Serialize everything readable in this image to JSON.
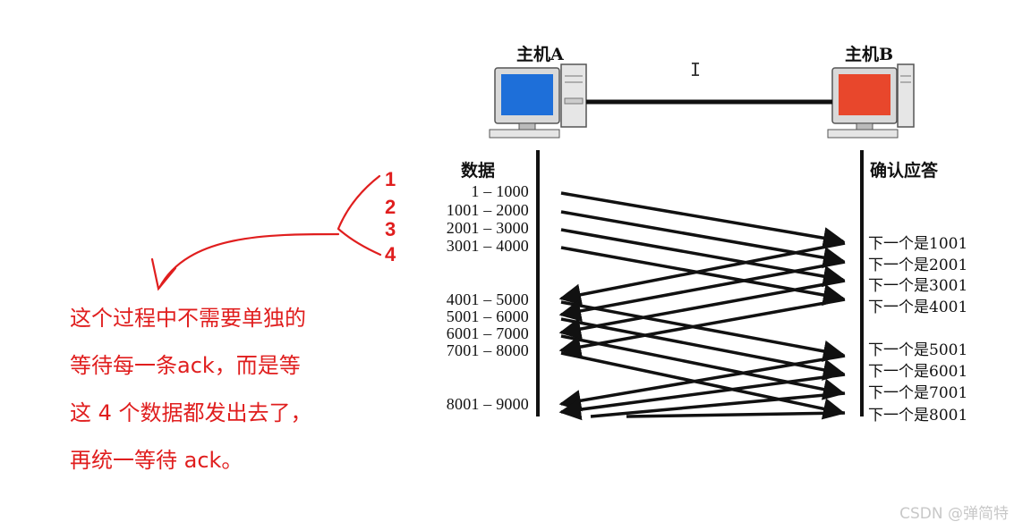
{
  "hosts": {
    "a_label": "主机A",
    "b_label": "主机B"
  },
  "columns": {
    "data_header": "数据",
    "ack_header": "确认应答"
  },
  "segments": [
    "1 – 1000",
    "1001 – 2000",
    "2001 – 3000",
    "3001 – 4000",
    "4001 – 5000",
    "5001 – 6000",
    "6001 – 7000",
    "7001 – 8000",
    "8001 – 9000"
  ],
  "acks": [
    "下一个是1001",
    "下一个是2001",
    "下一个是3001",
    "下一个是4001",
    "下一个是5001",
    "下一个是6001",
    "下一个是7001",
    "下一个是8001"
  ],
  "annotation": {
    "numbers": [
      "1",
      "2",
      "3",
      "4"
    ],
    "note_lines": [
      "这个过程中不需要单独的",
      "等待每一条ack，而是等",
      "这 4 个数据都发出去了，",
      "再统一等待 ack。"
    ]
  },
  "cursor_glyph": "I",
  "watermark": "CSDN @弹简特",
  "colors": {
    "annotation": "#e01e1e",
    "host_a_screen": "#1e6fd9",
    "host_b_screen": "#e8472c"
  }
}
